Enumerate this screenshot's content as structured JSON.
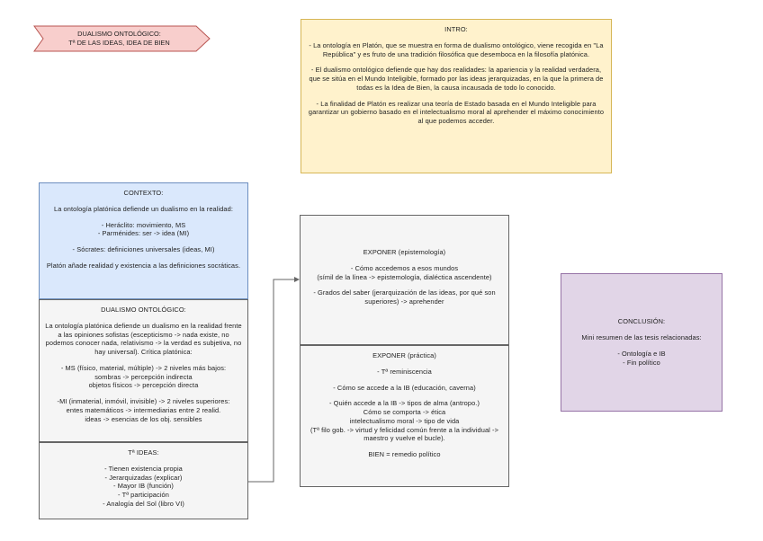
{
  "tag": {
    "line1": "DUALISMO ONTOLÓGICO:",
    "line2": "Tª DE LAS IDEAS, IDEA DE BIEN",
    "fill": "#f8cecc",
    "stroke": "#b85450"
  },
  "intro": {
    "title": "INTRO:",
    "p1": "- La ontología en Platón, que se muestra en forma de dualismo ontológico, viene recogida en \"La República\" y es fruto de una tradición filosófica que desemboca en la filosofía platónica.",
    "p2": "- El dualismo ontológico defiende que hay dos realidades: la apariencia y la realidad verdadera, que se sitúa en el Mundo Inteligible, formado por las ideas jerarquizadas, en la que la primera de todas es la Idea de Bien, la causa incausada de todo lo conocido.",
    "p3": "- La finalidad de Platón es realizar una teoría de Estado basada en el Mundo Inteligible para garantizar un gobierno basado en el intelectualismo moral al aprehender el máximo conocimiento al que podemos acceder."
  },
  "contexto": {
    "title": "CONTEXTO:",
    "p1": "La ontología platónica defiende un dualismo en la realidad:",
    "p2": "- Heráclito: movimiento, MS\n- Parménides: ser -> idea (MI)",
    "p3": "- Sócrates: definiciones universales (ideas, MI)",
    "p4": "Platón añade realidad y existencia a las definiciones socráticas."
  },
  "dualismo": {
    "title": "DUALISMO ONTOLÓGICO:",
    "p1": "La ontología platónica defiende un dualismo en la realidad frente a las opiniones sofistas (escepticismo -> nada existe, no podemos conocer nada, relativismo -> la verdad es subjetiva, no hay universal). Crítica platónica:",
    "p2": "- MS (físico, material, múltiple) -> 2 niveles más bajos:\nsombras -> percepción indirecta\nobjetos físicos -> percepción directa",
    "p3": "-MI (inmaterial, inmóvil, invisible) -> 2 niveles superiores:\nentes matemáticos -> intermediarias entre 2 realid.\nideas -> esencias de los obj. sensibles"
  },
  "ideas": {
    "title": "Tª IDEAS:",
    "p1": "- Tienen existencia propia\n- Jerarquizadas (explicar)\n- Mayor IB (función)\n- Tª participación\n- Analogía del Sol (libro VI)"
  },
  "exp_epist": {
    "title": "EXPONER (epistemología)",
    "p1": "- Cómo accedemos a esos mundos\n(símil de la línea -> epistemología, dialéctica ascendente)",
    "p2": "- Grados del saber (jerarquización de las ideas, por qué son superiores) -> aprehender"
  },
  "exp_prac": {
    "title": "EXPONER (práctica)",
    "p1": "- Tª reminiscencia",
    "p2": "- Cómo se accede a la IB (educación, caverna)",
    "p3": "- Quién accede a la IB -> tipos de alma (antropo.)\nCómo se comporta -> ética\nintelectualismo moral -> tipo de vida\n(Tª filo gob. -> virtud y felicidad común frente a la individual -> maestro y vuelve el bucle).",
    "p4": "BIEN = remedio político"
  },
  "conclusion": {
    "title": "CONCLUSIÓN:",
    "p1": "Mini resumen de las tesis relacionadas:",
    "p2": "- Ontología e IB\n- Fin político"
  },
  "colors": {
    "intro_bg": "#fff2cc",
    "contexto_bg": "#dae8fc",
    "grey_bg": "#f5f5f5",
    "conclusion_bg": "#e1d5e7",
    "connector": "#666666"
  }
}
